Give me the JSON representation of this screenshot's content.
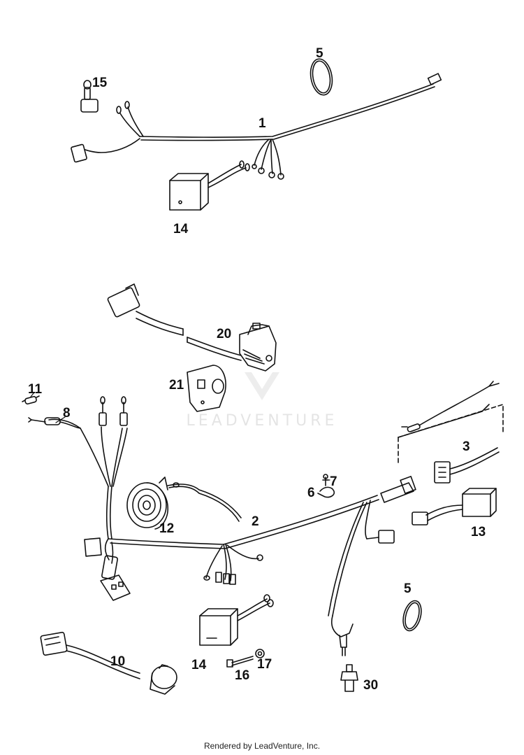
{
  "diagram": {
    "callouts": {
      "c1": "1",
      "c2": "2",
      "c3": "3",
      "c5a": "5",
      "c5b": "5",
      "c6": "6",
      "c7": "7",
      "c8": "8",
      "c10": "10",
      "c11": "11",
      "c12": "12",
      "c13": "13",
      "c14a": "14",
      "c14b": "14",
      "c15": "15",
      "c16": "16",
      "c17": "17",
      "c20": "20",
      "c21": "21",
      "c30": "30"
    },
    "watermark": "LEADVENTURE",
    "footer": "Rendered by LeadVenture, Inc."
  }
}
